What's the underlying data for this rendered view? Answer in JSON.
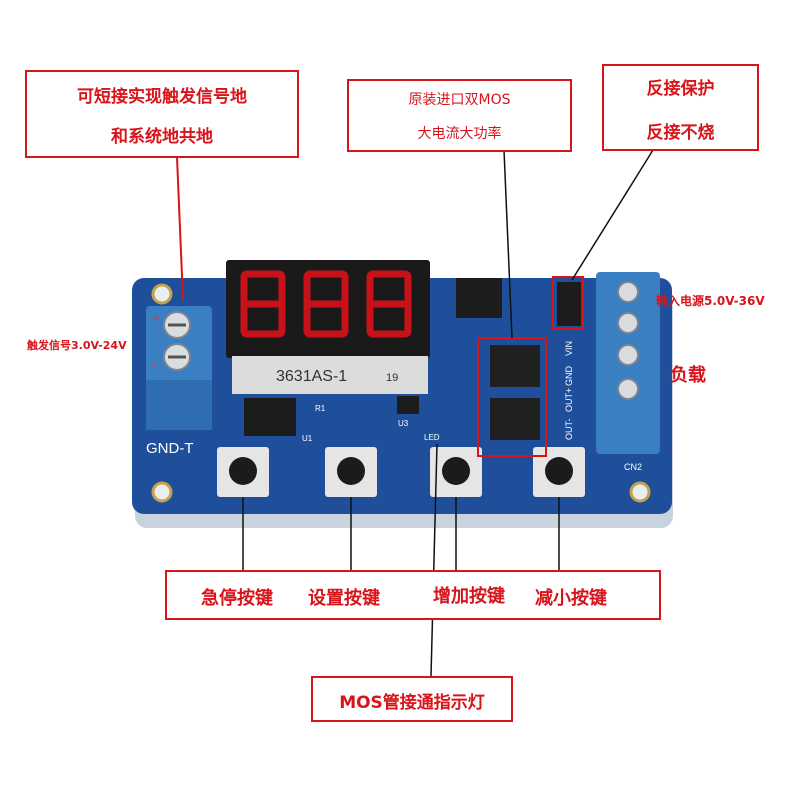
{
  "callouts": {
    "trigger_ground": [
      "可短接实现触发信号地",
      "和系统地共地"
    ],
    "mos": [
      "原装进口双MOS",
      "大电流大功率"
    ],
    "reverse": [
      "反接保护",
      "反接不烧"
    ],
    "trigger_signal": "触发信号3.0V-24V",
    "power_input": "输入电源5.0V-36V",
    "load": "负载",
    "buttons": [
      "急停按键",
      "设置按键",
      "增加按键",
      "减小按键"
    ],
    "indicator": "MOS管接通指示灯"
  },
  "board": {
    "display_model": "3631AS-1",
    "display_code": "19",
    "gnd_label": "GND-T",
    "cn2_label": "CN2",
    "r1_label": "R1",
    "u1_label": "U1",
    "u3_label": "U3",
    "led_label": "LED",
    "vin_label": "VIN",
    "gnd_pin": "GND",
    "outplus_label": "OUT+",
    "outminus_label": "OUT-",
    "plus_sign": "+",
    "minus_sign": "-"
  },
  "colors": {
    "callout_red": "#d8141b",
    "pcb_blue": "#1f4f9a",
    "terminal_blue": "#3a7fc1"
  }
}
